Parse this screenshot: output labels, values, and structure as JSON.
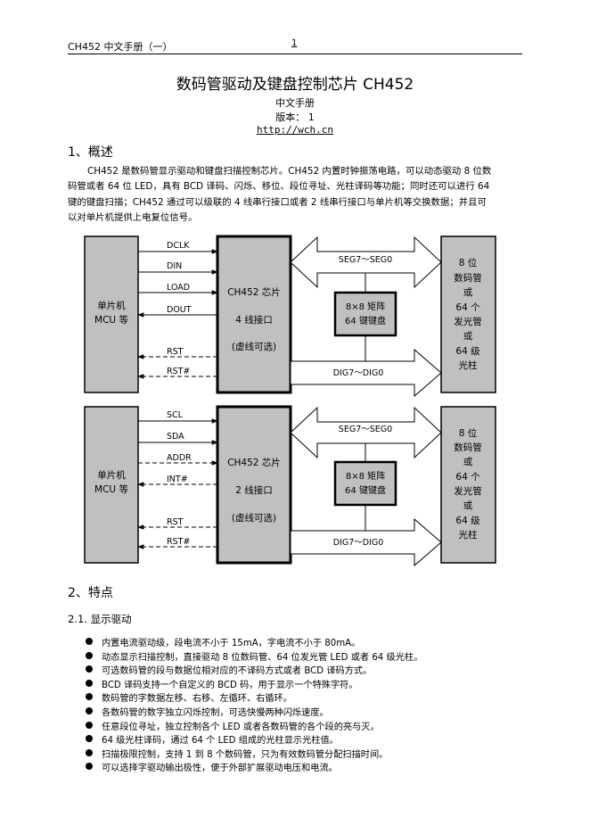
{
  "header": {
    "left": "CH452 中文手册（一）",
    "page": "1"
  },
  "title": "数码管驱动及键盘控制芯片 CH452",
  "subtitle": {
    "manual": "中文手册",
    "version": "版本： 1",
    "url": "http://wch.cn"
  },
  "section1": {
    "heading": "1、概述",
    "lines": [
      "CH452 是数码管显示驱动和键盘扫描控制芯片。CH452 内置时钟振荡电路，可以动态驱动 8 位数",
      "码管或者 64 位 LED，具有 BCD 译码、闪烁、移位、段位寻址、光柱译码等功能；同时还可以进行 64",
      "键的键盘扫描；CH452 通过可以级联的 4 线串行接口或者 2 线串行接口与单片机等交换数据；并且可",
      "以对单片机提供上电复位信号。"
    ]
  },
  "diagram": {
    "mcu": [
      "单片机",
      "MCU 等"
    ],
    "chip_label": "CH452 芯片",
    "optional": "(虚线可选)",
    "seg_bus": "SEG7～SEG0",
    "dig_bus": "DIG7～DIG0",
    "keypad": [
      "8×8 矩阵",
      "64 键键盘"
    ],
    "display": [
      "8 位",
      "数码管",
      "或",
      "64 个",
      "发光管",
      "或",
      "64 级",
      "光柱"
    ],
    "top": {
      "interface": "4 线接口",
      "signals_solid": [
        "DCLK",
        "DIN",
        "LOAD"
      ],
      "signal_out": "DOUT",
      "signals_dashed": [
        "RST",
        "RST#"
      ]
    },
    "bottom": {
      "interface": "2 线接口",
      "signals_solid": [
        "SCL",
        "SDA"
      ],
      "signal_dashed_in": "ADDR",
      "signal_out": "INT#",
      "signals_dashed": [
        "RST",
        "RST#"
      ]
    }
  },
  "section2": {
    "heading": "2、特点",
    "sub_heading": "2.1. 显示驱动",
    "bullets": [
      "内置电流驱动级，段电流不小于 15mA，字电流不小于 80mA。",
      "动态显示扫描控制，直接驱动 8 位数码管、64 位发光管 LED 或者 64 级光柱。",
      "可选数码管的段与数据位相对应的不译码方式或者 BCD 译码方式。",
      "BCD 译码支持一个自定义的 BCD 码，用于显示一个特殊字符。",
      "数码管的字数据左移、右移、左循环、右循环。",
      "各数码管的数字独立闪烁控制，可选快慢两种闪烁速度。",
      "任意段位寻址，独立控制各个 LED 或者各数码管的各个段的亮与灭。",
      "64 级光柱译码，通过 64 个 LED 组成的光柱显示光柱值。",
      "扫描极限控制，支持 1 到 8 个数码管，只为有效数码管分配扫描时间。",
      "可以选择字驱动输出极性，便于外部扩展驱动电压和电流。"
    ]
  }
}
